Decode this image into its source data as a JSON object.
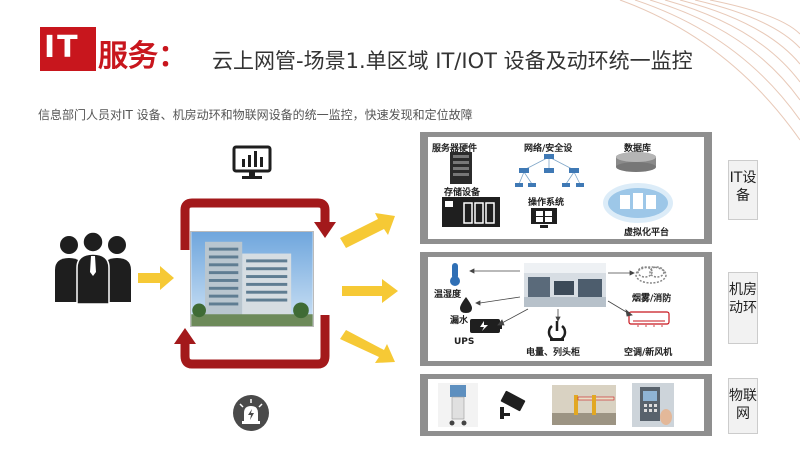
{
  "header": {
    "title_prefix": "IT",
    "title_main": "服务：",
    "title_sub": "云上网管-场景1.单区域 IT/IOT 设备及动环统一监控",
    "description": "信息部门人员对IT 设备、机房动环和物联网设备的统一监控，快速发现和定位故障"
  },
  "it_devices": {
    "server_hardware": "服务器硬件",
    "network_security": "网络/安全设",
    "database": "数据库",
    "storage": "存储设备",
    "os": "操作系统",
    "virtualization": "虚拟化平台"
  },
  "dc_env": {
    "temp_humidity": "温湿度",
    "water_leak": "漏水",
    "ups": "UPS",
    "power_cabinet": "电量、列头柜",
    "smoke_fire": "烟雾/消防",
    "hvac": "空调/新风机"
  },
  "side_labels": {
    "it": "IT设备",
    "dc_env": "机房动环",
    "iot": "物联网"
  },
  "colors": {
    "brand_red": "#c8161d",
    "dark_red": "#a3191b",
    "arrow_yellow": "#f6c935",
    "panel_gray": "#8f8f8f"
  }
}
